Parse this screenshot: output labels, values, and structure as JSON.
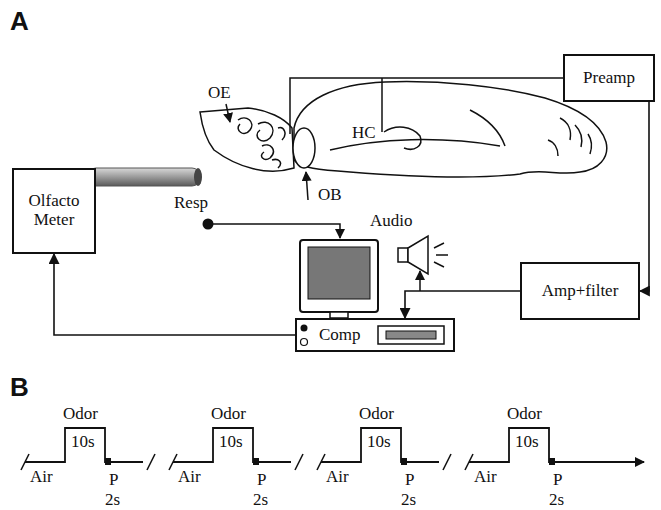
{
  "diagram": {
    "nodes": [
      {
        "text": [
          "Preamp"
        ]
      },
      {
        "text": [
          "Olfacto Meter"
        ]
      },
      {
        "text": [
          "Comp"
        ]
      },
      {
        "text": [
          "Amp+filter"
        ]
      }
    ],
    "edges": [
      {
        "from": 2,
        "to": 1,
        "arrow": "to"
      },
      {
        "from": 0,
        "to": 3,
        "arrow": "to"
      },
      {
        "from": 3,
        "to": 2,
        "arrow": "to"
      }
    ],
    "labels": [
      "A",
      "OE",
      "HC",
      "Resp",
      "OB",
      "Audio",
      "B",
      "Odor",
      "10s",
      "Air",
      "P",
      "2s",
      "Odor",
      "10s",
      "Air",
      "P",
      "2s",
      "Odor",
      "10s",
      "Air",
      "P",
      "2s",
      "Odor",
      "10s",
      "Air",
      "P",
      "2s"
    ]
  }
}
